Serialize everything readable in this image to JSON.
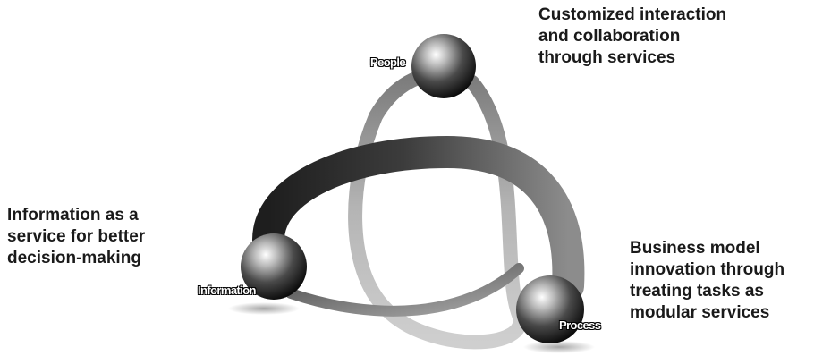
{
  "nodes": {
    "people": {
      "label": "People",
      "caption": [
        "Customized interaction",
        "and collaboration",
        "through services"
      ]
    },
    "information": {
      "label": "Information",
      "caption": [
        "Information as a",
        "service for better",
        "decision-making"
      ]
    },
    "process": {
      "label": "Process",
      "caption": [
        "Business model",
        "innovation through",
        "treating tasks as",
        "modular services"
      ]
    }
  },
  "colors": {
    "ring_dark": "#2b2b2b",
    "ring_light": "#9a9a9a",
    "sphere": "#3a3a3a",
    "text": "#1a1a1a"
  }
}
